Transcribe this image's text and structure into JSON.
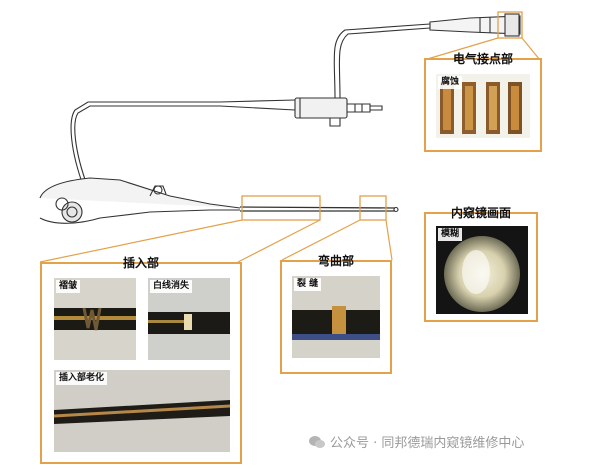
{
  "sections": {
    "electrical_contacts": {
      "title": "电气接点部",
      "tag": "腐蚀"
    },
    "endoscope_image": {
      "title": "内窥镜画面",
      "tag": "模糊"
    },
    "insertion": {
      "title": "插入部",
      "tags": [
        "褶皱",
        "白线消失",
        "插入部老化"
      ]
    },
    "bending": {
      "title": "弯曲部",
      "tag": "裂 缝"
    }
  },
  "watermark": {
    "text": "公众号 · 同邦德瑞内窥镜维修中心",
    "icon": "wechat-icon"
  },
  "colors": {
    "accent": "#e3a24a",
    "watermark": "#9a9a9a"
  }
}
